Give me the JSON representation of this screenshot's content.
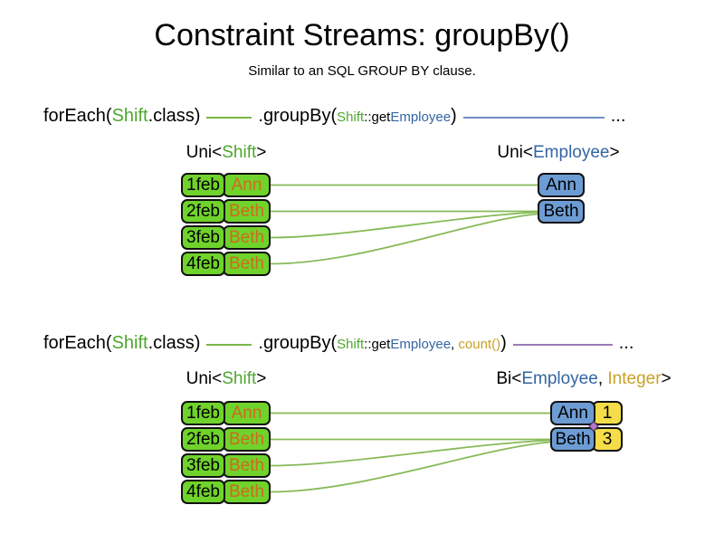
{
  "title": "Constraint Streams: groupBy()",
  "subtitle": "Similar to an SQL GROUP BY clause.",
  "colors": {
    "green_box": "#6fd32b",
    "green_text": "#4ea72e",
    "orange_text": "#cf6a1e",
    "blue_box": "#6c9cd3",
    "blue_text": "#3465a4",
    "yellow_box": "#f5dd49",
    "gold_text": "#c9a227",
    "connector_green": "#87ba58",
    "code_dash_green": "#7ab648",
    "code_dash_blue": "#7090c0",
    "code_dash_purple": "#9b7bb8"
  },
  "section1": {
    "code": {
      "foreach_open": "forEach(",
      "class_name": "Shift",
      "foreach_close": ".class)",
      "groupby_open": ".groupBy(",
      "arg_class": "Shift",
      "arg_accessor": "::get",
      "arg_type": "Employee",
      "groupby_close": ")",
      "ellipsis": "..."
    },
    "left_label": {
      "pre": "Uni<",
      "type": "Shift",
      "post": ">"
    },
    "right_label": {
      "pre": "Uni<",
      "type": "Employee",
      "post": ">"
    },
    "shift_rows": [
      {
        "date": "1feb",
        "name": "Ann"
      },
      {
        "date": "2feb",
        "name": "Beth"
      },
      {
        "date": "3feb",
        "name": "Beth"
      },
      {
        "date": "4feb",
        "name": "Beth"
      }
    ],
    "result_rows": [
      {
        "name": "Ann"
      },
      {
        "name": "Beth"
      }
    ]
  },
  "section2": {
    "code": {
      "foreach_open": "forEach(",
      "class_name": "Shift",
      "foreach_close": ".class)",
      "groupby_open": ".groupBy(",
      "arg_class": "Shift",
      "arg_accessor": "::get",
      "arg_type": "Employee",
      "comma": ", ",
      "count_fn": "count()",
      "groupby_close": ")",
      "ellipsis": "..."
    },
    "left_label": {
      "pre": "Uni<",
      "type": "Shift",
      "post": ">"
    },
    "right_label": {
      "pre": "Bi<",
      "type1": "Employee",
      "comma": ", ",
      "type2": "Integer",
      "post": ">"
    },
    "shift_rows": [
      {
        "date": "1feb",
        "name": "Ann"
      },
      {
        "date": "2feb",
        "name": "Beth"
      },
      {
        "date": "3feb",
        "name": "Beth"
      },
      {
        "date": "4feb",
        "name": "Beth"
      }
    ],
    "result_rows": [
      {
        "name": "Ann",
        "count": "1"
      },
      {
        "name": "Beth",
        "count": "3"
      }
    ]
  }
}
